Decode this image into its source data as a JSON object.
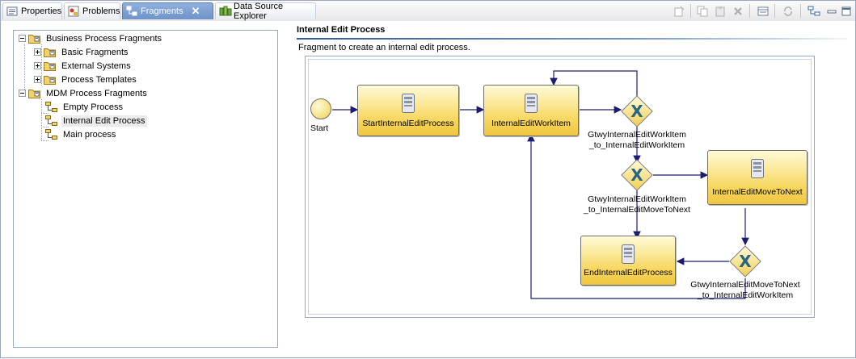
{
  "tabs": [
    {
      "label": "Properties",
      "icon": "properties-icon",
      "active": false
    },
    {
      "label": "Problems",
      "icon": "problems-icon",
      "active": false
    },
    {
      "label": "Fragments",
      "icon": "fragments-icon",
      "active": true
    },
    {
      "label": "Data Source Explorer",
      "icon": "data-source-icon",
      "active": false
    }
  ],
  "tree": {
    "items": [
      {
        "label": "Business Process Fragments",
        "type": "folder",
        "expanded": true
      },
      {
        "label": "Basic Fragments",
        "type": "folder",
        "expanded": false
      },
      {
        "label": "External Systems",
        "type": "folder",
        "expanded": false
      },
      {
        "label": "Process Templates",
        "type": "folder",
        "expanded": false
      },
      {
        "label": "MDM Process Fragments",
        "type": "folder",
        "expanded": true
      },
      {
        "label": "Empty Process",
        "type": "fragment"
      },
      {
        "label": "Internal Edit Process",
        "type": "fragment",
        "selected": true
      },
      {
        "label": "Main process",
        "type": "fragment"
      }
    ]
  },
  "detail": {
    "title": "Internal Edit Process",
    "description": "Fragment to create an internal edit process."
  },
  "diagram": {
    "start_label": "Start",
    "activities": {
      "start_internal": "StartInternalEditProcess",
      "work_item": "InternalEditWorkItem",
      "move_next": "InternalEditMoveToNext",
      "end_internal": "EndInternalEditProcess"
    },
    "gateways": {
      "g1_line1": "GtwyInternalEditWorkItem",
      "g1_line2": "_to_InternalEditWorkItem",
      "g2_line1": "GtwyInternalEditWorkItem",
      "g2_line2": "_to_InternalEditMoveToNext",
      "g3_line1": "GtwyInternalEditMoveToNext",
      "g3_line2": "_to_InternalEditWorkItem",
      "symbol": "X"
    }
  },
  "colors": {
    "accent": "#6f93c8",
    "flow": "#1c1c70",
    "task_fill": "#f7d65c"
  }
}
